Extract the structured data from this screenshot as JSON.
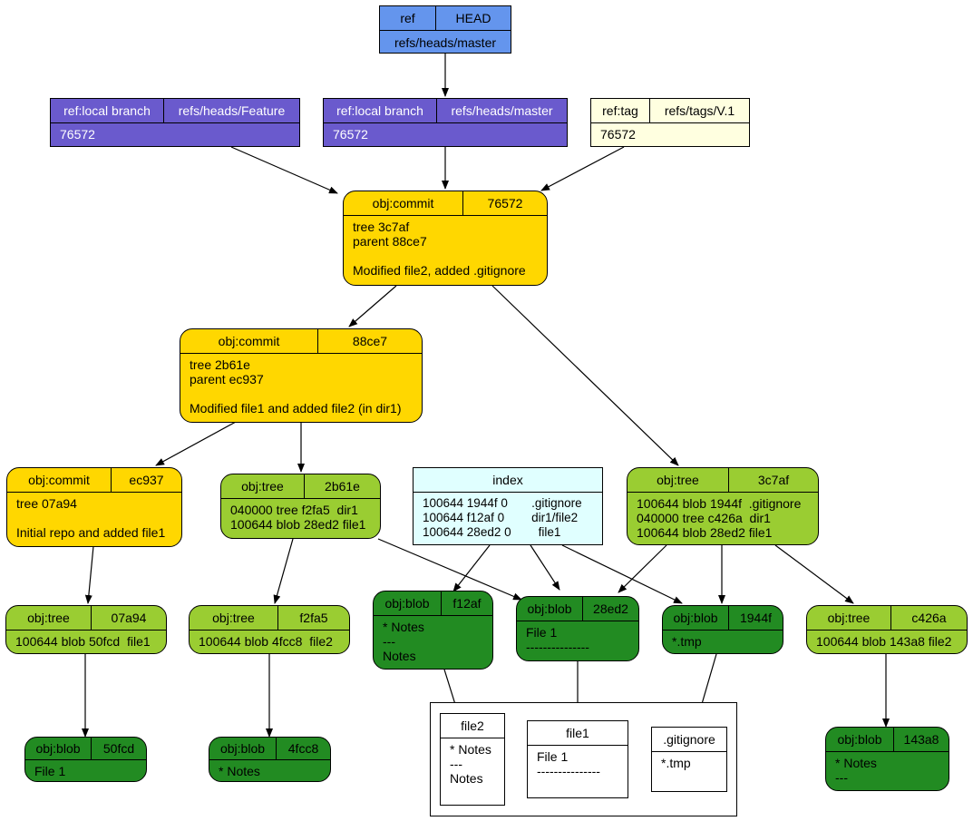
{
  "colors": {
    "head_ref": "#6495ED",
    "branch_ref": "#6A5ACD",
    "tag_ref": "#FFFFE0",
    "commit": "#FFD700",
    "tree": "#9ACD32",
    "blob": "#228B22",
    "index": "#E0FFFF",
    "edge": "#000000"
  },
  "head": {
    "type": "ref",
    "name": "HEAD",
    "target": "refs/heads/master"
  },
  "branch_feature": {
    "type": "ref:local branch",
    "name": "refs/heads/Feature",
    "target": "76572"
  },
  "branch_master": {
    "type": "ref:local branch",
    "name": "refs/heads/master",
    "target": "76572"
  },
  "tag_v1": {
    "type": "ref:tag",
    "name": "refs/tags/V.1",
    "target": "76572"
  },
  "commit_76572": {
    "type": "obj:commit",
    "id": "76572",
    "body": "tree 3c7af\nparent 88ce7\n\nModified file2, added .gitignore"
  },
  "commit_88ce7": {
    "type": "obj:commit",
    "id": "88ce7",
    "body": "tree 2b61e\nparent ec937\n\nModified file1 and added file2 (in dir1)"
  },
  "commit_ec937": {
    "type": "obj:commit",
    "id": "ec937",
    "body": "tree 07a94\n\nInitial repo and added file1"
  },
  "tree_2b61e": {
    "type": "obj:tree",
    "id": "2b61e",
    "body": "040000 tree f2fa5  dir1\n100644 blob 28ed2 file1"
  },
  "index": {
    "title": "index",
    "body": "100644 1944f 0       .gitignore\n100644 f12af 0        dir1/file2\n100644 28ed2 0        file1"
  },
  "tree_3c7af": {
    "type": "obj:tree",
    "id": "3c7af",
    "body": "100644 blob 1944f  .gitignore\n040000 tree c426a  dir1\n100644 blob 28ed2 file1"
  },
  "tree_07a94": {
    "type": "obj:tree",
    "id": "07a94",
    "body": "100644 blob 50fcd  file1"
  },
  "tree_f2fa5": {
    "type": "obj:tree",
    "id": "f2fa5",
    "body": "100644 blob 4fcc8  file2"
  },
  "blob_f12af": {
    "type": "obj:blob",
    "id": "f12af",
    "body": "* Notes\n---\nNotes"
  },
  "blob_28ed2": {
    "type": "obj:blob",
    "id": "28ed2",
    "body": "File 1\n---------------"
  },
  "blob_1944f": {
    "type": "obj:blob",
    "id": "1944f",
    "body": "*.tmp"
  },
  "tree_c426a": {
    "type": "obj:tree",
    "id": "c426a",
    "body": "100644 blob 143a8 file2"
  },
  "blob_50fcd": {
    "type": "obj:blob",
    "id": "50fcd",
    "body": "File 1"
  },
  "blob_4fcc8": {
    "type": "obj:blob",
    "id": "4fcc8",
    "body": "* Notes"
  },
  "blob_143a8": {
    "type": "obj:blob",
    "id": "143a8",
    "body": "* Notes\n---"
  },
  "work_file2": {
    "title": "file2",
    "body": "* Notes\n---\nNotes"
  },
  "work_file1": {
    "title": "file1",
    "body": "File 1\n---------------"
  },
  "work_gitignore": {
    "title": ".gitignore",
    "body": "*.tmp"
  }
}
